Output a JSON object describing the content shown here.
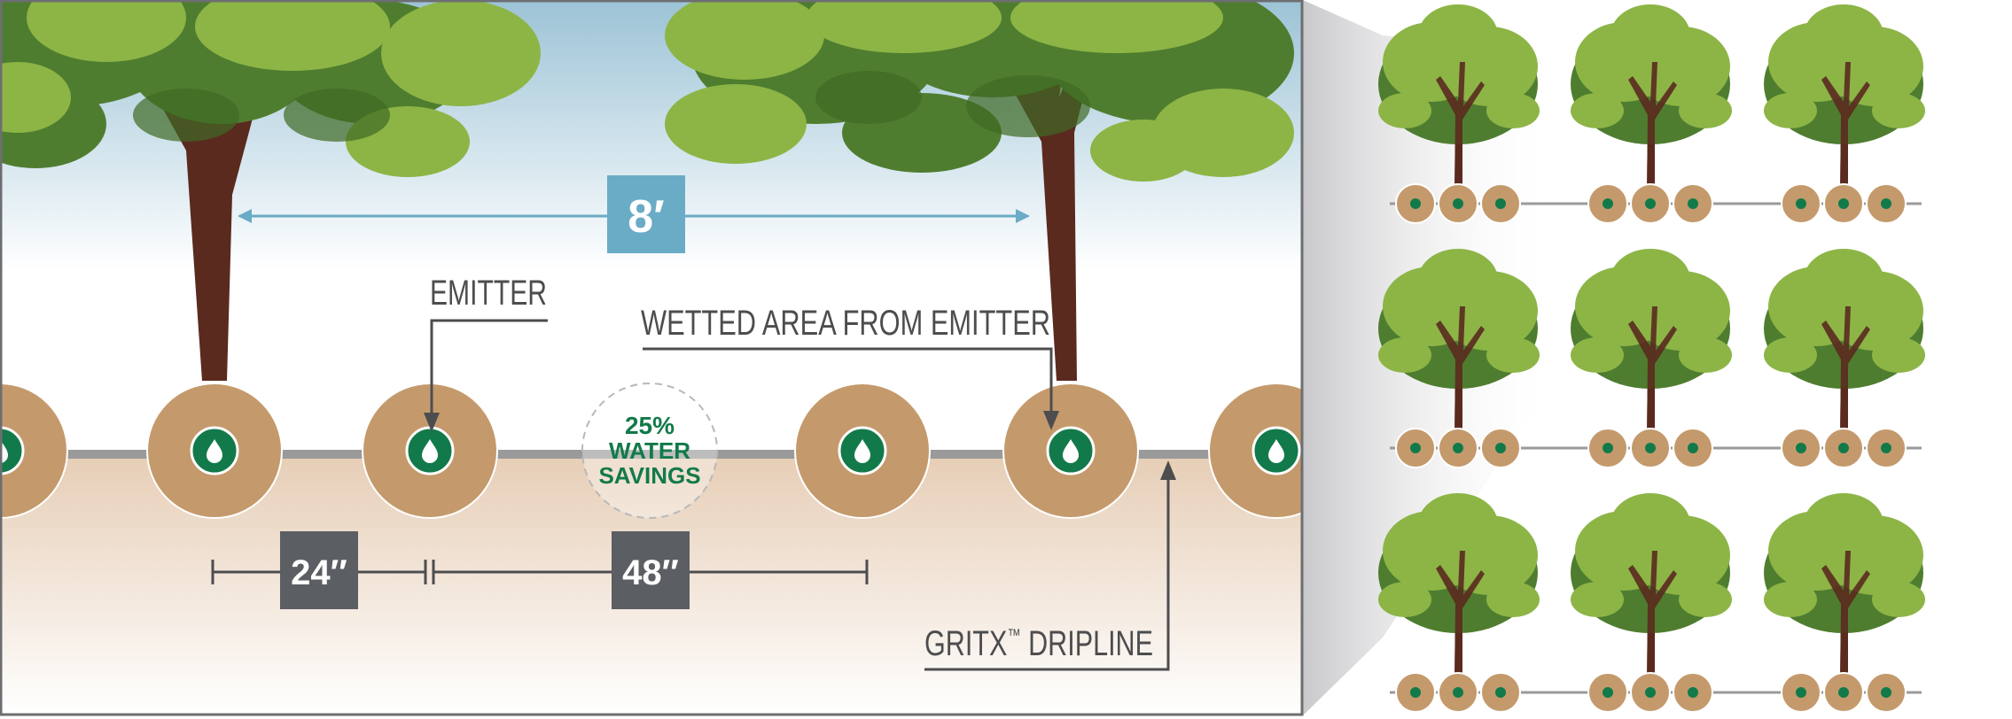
{
  "labels": {
    "row_spacing": "8′",
    "emitter": "EMITTER",
    "wetted_area": "WETTED AREA FROM EMITTER",
    "savings_pct": "25%",
    "savings_line1": "WATER",
    "savings_line2": "SAVINGS",
    "spacing_small": "24″",
    "spacing_large": "48″",
    "dripline_name": "GRITX",
    "dripline_tm": "™",
    "dripline_suffix": " DRIPLINE"
  },
  "colors": {
    "sky_top": "#9cc3d6",
    "ground": "#e8d2bc",
    "wetted_area": "#c49a6c",
    "emitter": "#127a4a",
    "dimension_box": "#5b5e62",
    "spacing_box": "#6aabc6",
    "tree_trunk": "#5a2a1f",
    "foliage_dark": "#4f7d2f",
    "foliage_light": "#8cb546",
    "dripline": "#9a9a9a"
  },
  "icons": {
    "emitter": "water-drop-icon",
    "tree": "tree-icon"
  }
}
